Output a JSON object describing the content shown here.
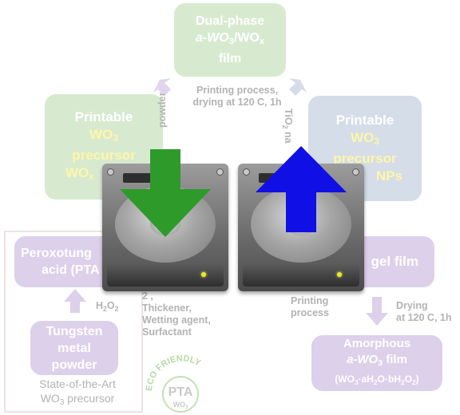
{
  "top_box": {
    "line1": "Dual-phase",
    "line2": "a-WO",
    "line2_sub": "3",
    "line2_rest": "/WO",
    "line2_sub2": "x",
    "line3": "film"
  },
  "top_caption": {
    "line1": "Printing process,",
    "line2": "drying at 120 C, 1h"
  },
  "left_box": {
    "line1": "Printable",
    "line2": "WO",
    "line2_sub": "3",
    "line3": "precursor",
    "line4": "WO",
    "line4_sub": "x"
  },
  "left_vertical_note": "powder",
  "right_box": {
    "line1": "Printable",
    "line2": "WO",
    "line2_sub": "3",
    "line3": "precursor",
    "line4": "NPs"
  },
  "right_vertical_note": "TiO",
  "right_vertical_sub": "2",
  "right_vertical_rest": " na",
  "peroxo_box": {
    "line1": "Peroxotung",
    "line2": "acid (PTA"
  },
  "h2o2": {
    "text": "H",
    "sub": "2",
    "text2": "O",
    "sub2": "2"
  },
  "tungsten_box": {
    "line1": "Tungsten",
    "line2": "metal",
    "line3": "powder"
  },
  "state_note": {
    "line1": "State-of-the-Art",
    "line2": "WO",
    "line2_sub": "3",
    "line2_rest": " precursor"
  },
  "additives": {
    "line0": "2 ,",
    "line1": "Thickener,",
    "line2": "Wetting agent,",
    "line3": "Surfactant"
  },
  "gel_box": {
    "text": "gel film"
  },
  "printing_note": {
    "line1": "Printing",
    "line2": "process"
  },
  "drying_note": {
    "line1": "Drying",
    "line2": "at 120 C, 1h"
  },
  "amorphous_box": {
    "line1": "Amorphous",
    "line2": "a-WO",
    "line2_sub": "3",
    "line2_rest": " film",
    "line3": "(WO",
    "line3_sub": "3",
    "line3_rest": "·aH",
    "line3_sub2": "2",
    "line3_rest2": "O·bH",
    "line3_sub3": "2",
    "line3_rest3": "O",
    "line3_sub4": "2",
    "line3_end": ")"
  },
  "badge": {
    "arc_text": "ECO FRIENDLY",
    "main": "PTA",
    "sub": "WO",
    "sub_sub": "3"
  },
  "colors": {
    "download_arrow": "#2e9a2a",
    "upload_arrow": "#1010e6",
    "box_green": "#d7ead0",
    "box_purple": "#ddd0ea",
    "box_blue": "#d4dde8",
    "accent_yellow": "#fff6a8"
  },
  "icons": {
    "left_drive": "hard-drive-download-icon",
    "right_drive": "hard-drive-upload-icon"
  }
}
